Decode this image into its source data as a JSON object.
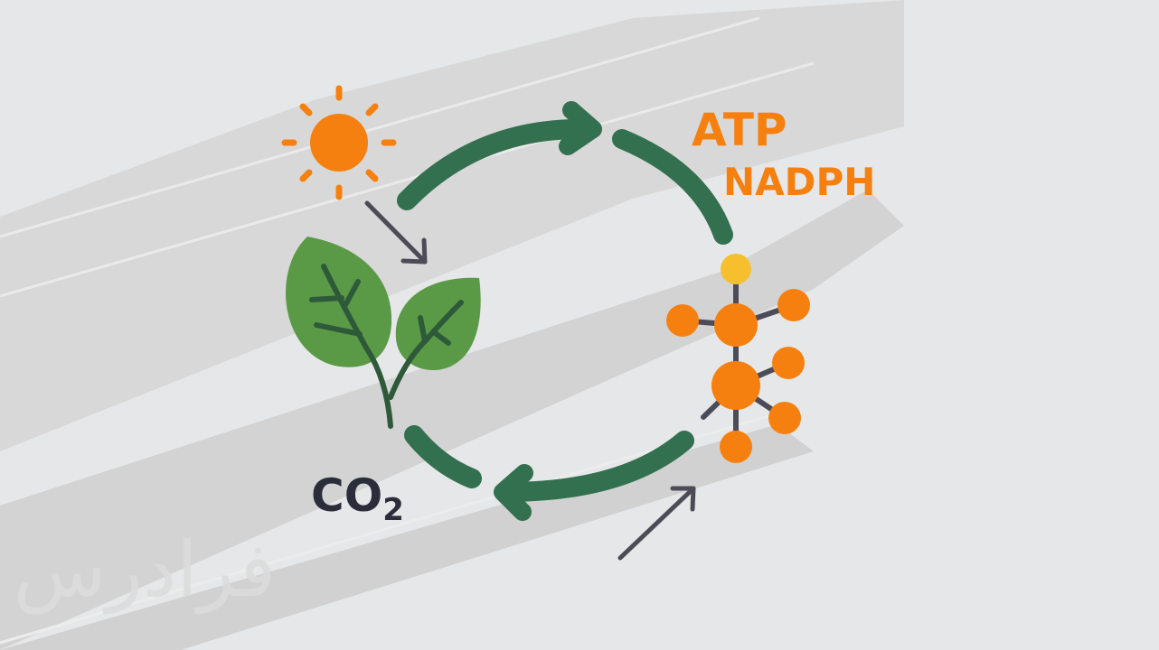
{
  "labels": {
    "atp": "ATP",
    "nadph": "NADPH",
    "co2_main": "CO",
    "co2_sub": "2",
    "watermark": "فرادرس"
  },
  "colors": {
    "background": "#e6e7e8",
    "streak": "#d5d5d5",
    "cycle_arrow": "#33704f",
    "sun": "#f6800f",
    "label_orange": "#f6800f",
    "leaf": "#5a9a47",
    "leaf_vein": "#2e5a3a",
    "molecule": "#f6800f",
    "molecule_top": "#f5bf2e",
    "bond": "#4d4b57",
    "thin_arrow": "#4d4b57",
    "co2_text": "#2b2d3a",
    "watermark": "#dedede"
  },
  "icons": [
    "sun-icon",
    "leaves-icon",
    "molecule-icon"
  ]
}
